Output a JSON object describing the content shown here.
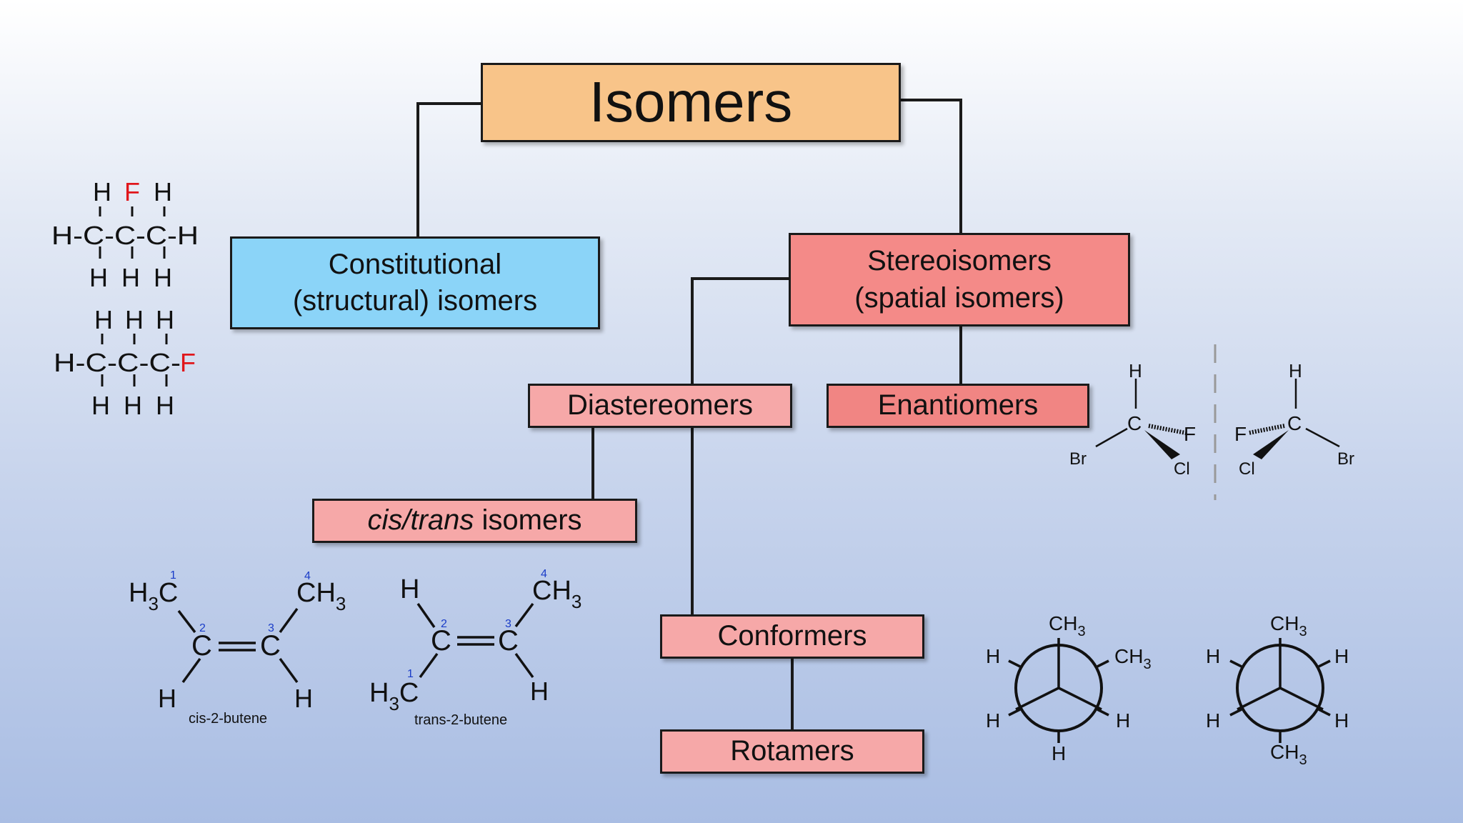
{
  "title": "Isomers",
  "boxes": {
    "constitutional": {
      "line1": "Constitutional",
      "line2": "(structural) isomers"
    },
    "stereo": {
      "line1": "Stereoisomers",
      "line2": "(spatial isomers)"
    },
    "diastereomers": "Diastereomers",
    "enantiomers": "Enantiomers",
    "cistrans": {
      "italic": "cis/trans",
      "rest": " isomers"
    },
    "conformers": "Conformers",
    "rotamers": "Rotamers"
  },
  "structural_examples": {
    "fluoro2_top": [
      "H",
      "F",
      "H"
    ],
    "fluoro2_mid": [
      "H-C-C-C-H"
    ],
    "fluoro2_bottom": [
      "H",
      "H",
      "H"
    ],
    "fluoro1_top": [
      "H",
      "H",
      "H"
    ],
    "fluoro1_mid": "H-C-C-C-",
    "fluoro1_f": "F",
    "fluoro1_bottom": [
      "H",
      "H",
      "H"
    ]
  },
  "butene": {
    "cis_label": "cis-2-butene",
    "trans_label": "trans-2-butene",
    "H": "H",
    "C": "C",
    "numbers": [
      "1",
      "2",
      "3",
      "4"
    ],
    "sub3": "3"
  },
  "enantiomer_atoms": {
    "H": "H",
    "C": "C",
    "F": "F",
    "Br": "Br",
    "Cl": "Cl"
  },
  "newman": {
    "H": "H",
    "CH": "CH",
    "sub3": "3"
  },
  "colors": {
    "halogen": "#e0161b",
    "locant": "#1a3cc8",
    "title_box": "#f8c489",
    "constitutional_box": "#8bd4f8",
    "stereo_box": "#f48a88",
    "sub_box": "#f6a8a8"
  }
}
